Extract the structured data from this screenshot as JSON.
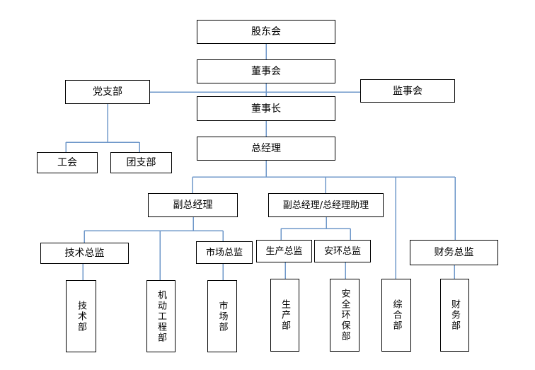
{
  "diagram": {
    "type": "org-chart",
    "background": "#ffffff",
    "colors": {
      "connector": "#6e97c9",
      "box_border": "#000000",
      "text": "#000000"
    },
    "nodes": {
      "shareholders_meeting": {
        "label": "股东会"
      },
      "board_of_directors": {
        "label": "董事会"
      },
      "party_branch": {
        "label": "党支部"
      },
      "supervisory_board": {
        "label": "监事会"
      },
      "chairman": {
        "label": "董事长"
      },
      "general_manager": {
        "label": "总经理"
      },
      "labor_union": {
        "label": "工会"
      },
      "youth_league_branch": {
        "label": "团支部"
      },
      "deputy_general_manager": {
        "label": "副总经理"
      },
      "deputy_gm_gm_assistant": {
        "label": "副总经理/总经理助理"
      },
      "technical_director": {
        "label": "技术总监"
      },
      "marketing_director": {
        "label": "市场总监"
      },
      "production_director": {
        "label": "生产总监"
      },
      "safety_env_director": {
        "label": "安环总监"
      },
      "finance_director": {
        "label": "财务总监"
      },
      "technical_dept": {
        "label": "技术部"
      },
      "mechanical_engineering_dept": {
        "label": "机动工程部"
      },
      "marketing_dept": {
        "label": "市场部"
      },
      "production_dept": {
        "label": "生产部"
      },
      "safety_env_protection_dept": {
        "label": "安全环保部"
      },
      "general_affairs_dept": {
        "label": "综合部"
      },
      "finance_dept": {
        "label": "财务部"
      }
    },
    "edges": [
      [
        "shareholders_meeting",
        "board_of_directors"
      ],
      [
        "board_of_directors",
        "chairman"
      ],
      [
        "party_branch",
        "supervisory_board"
      ],
      [
        "chairman",
        "general_manager"
      ],
      [
        "party_branch",
        "labor_union"
      ],
      [
        "party_branch",
        "youth_league_branch"
      ],
      [
        "general_manager",
        "deputy_general_manager"
      ],
      [
        "general_manager",
        "deputy_gm_gm_assistant"
      ],
      [
        "general_manager",
        "general_affairs_dept"
      ],
      [
        "general_manager",
        "finance_director"
      ],
      [
        "deputy_general_manager",
        "technical_director"
      ],
      [
        "deputy_general_manager",
        "mechanical_engineering_dept"
      ],
      [
        "deputy_general_manager",
        "marketing_director"
      ],
      [
        "deputy_gm_gm_assistant",
        "production_director"
      ],
      [
        "deputy_gm_gm_assistant",
        "safety_env_director"
      ],
      [
        "technical_director",
        "technical_dept"
      ],
      [
        "marketing_director",
        "marketing_dept"
      ],
      [
        "production_director",
        "production_dept"
      ],
      [
        "safety_env_director",
        "safety_env_protection_dept"
      ],
      [
        "finance_director",
        "finance_dept"
      ]
    ]
  }
}
